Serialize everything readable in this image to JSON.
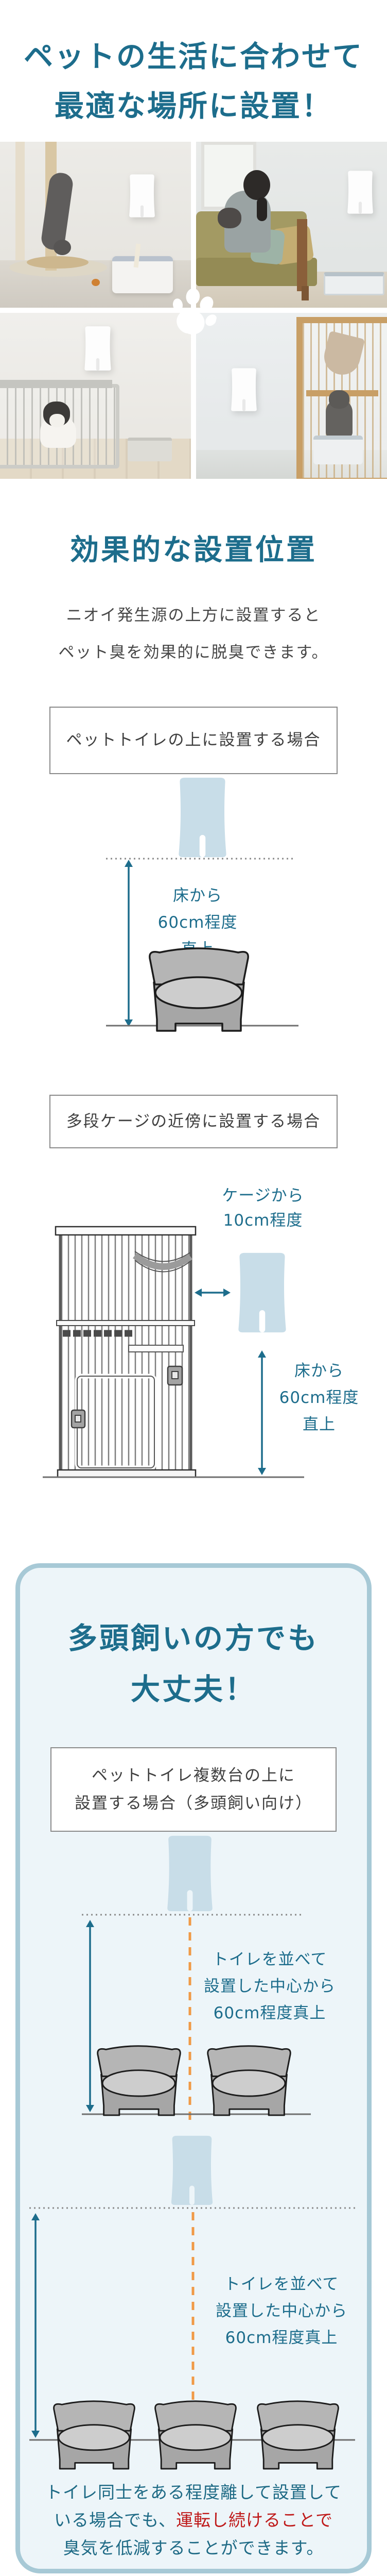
{
  "colors": {
    "heading_teal": "#1d6d8c",
    "body_gray": "#474747",
    "accent_red": "#bf1a1a",
    "arrow_teal": "#1d6d8c",
    "guide_orange": "#f09a47",
    "device_blue": "#c8dde8",
    "panel_border_blue": "#a7c9d6",
    "panel_bg_blue": "#edf5f9"
  },
  "header": {
    "title_line1": "ペットの生活に合わせて",
    "title_line2": "最適な場所に設置！"
  },
  "gallery": {
    "paw_icon": "paw-print",
    "photos": [
      {
        "scene": "cat-tower-with-device-and-litter-box"
      },
      {
        "scene": "owner-with-dog-on-sofa-device-on-wall"
      },
      {
        "scene": "dog-in-cage-device-on-wall"
      },
      {
        "scene": "cat-in-wooden-cage-device-on-wall"
      }
    ]
  },
  "placement_section": {
    "heading": "効果的な設置位置",
    "description_line1": "ニオイ発生源の上方に設置すると",
    "description_line2": "ペット臭を効果的に脱臭できます。"
  },
  "toilet_case": {
    "caption": "ペットトイレの上に設置する場合",
    "height_label": [
      "床から",
      "60cm程度",
      "直上"
    ]
  },
  "cage_case": {
    "caption": "多段ケージの近傍に設置する場合",
    "gap_label": [
      "ケージから",
      "10cm程度"
    ],
    "height_label": [
      "床から",
      "60cm程度",
      "直上"
    ]
  },
  "multi_pet_panel": {
    "heading_line1": "多頭飼いの方でも",
    "heading_line2": "大丈夫！",
    "caption_line1": "ペットトイレ複数台の上に",
    "caption_line2": "設置する場合（多頭飼い向け）",
    "center_label": [
      "トイレを並べて",
      "設置した中心から",
      "60cm程度真上"
    ],
    "note_line1": "トイレ同士をある程度離して設置して",
    "note_line2_plain": "いる場合でも、",
    "note_line2_red": "運転し続けることで",
    "note_line3": "臭気を低減することができます。"
  }
}
